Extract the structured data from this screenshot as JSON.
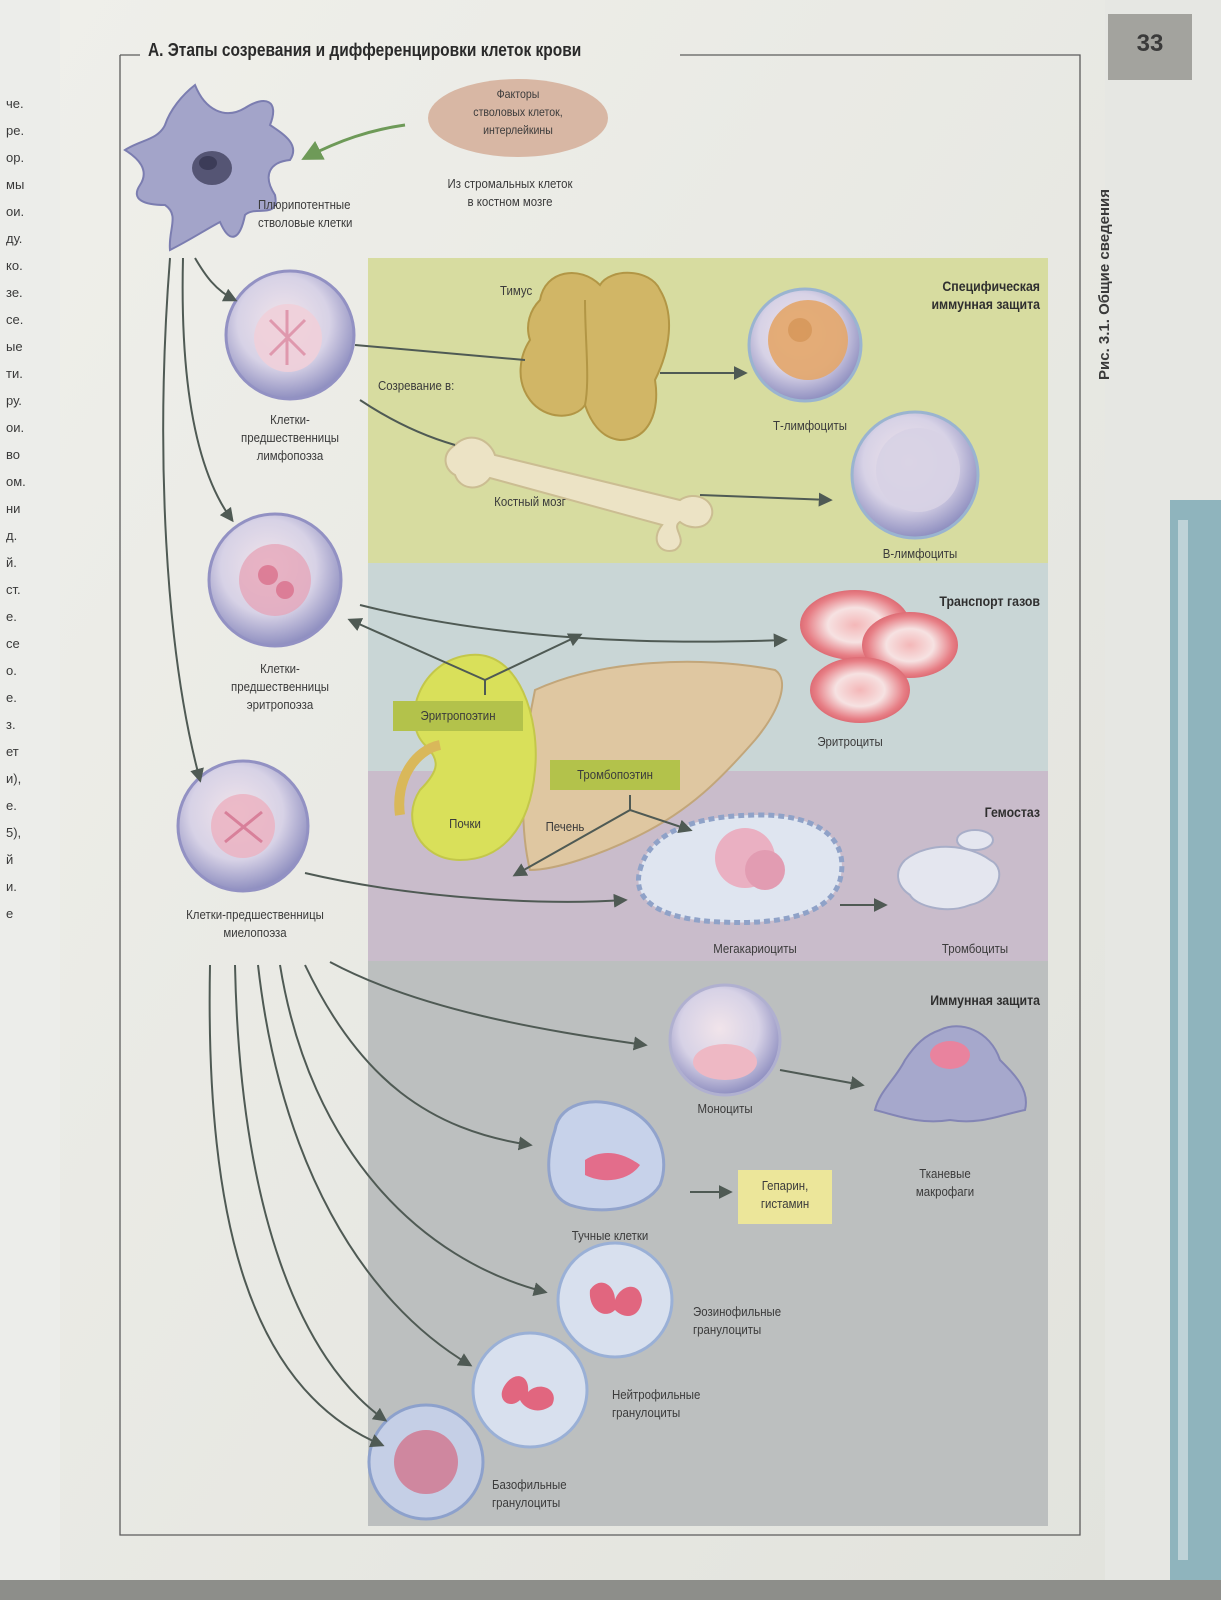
{
  "page_number": "33",
  "side_caption": "Рис. 3.1.  Общие сведения",
  "title": "А. Этапы созревания и дифференцировки клеток крови",
  "margin_fragments": [
    "че.",
    "ре.",
    "ор.",
    "мы",
    "ои.",
    "ду.",
    "ко.",
    "зе.",
    "се.",
    "ые",
    "ти.",
    "ру.",
    "ои.",
    "во",
    "ом.",
    "ни",
    "д.",
    "й.",
    "ст.",
    "е.",
    "се",
    "о.",
    "е.",
    "з.",
    "ет",
    "и),",
    "е.",
    "5),",
    "й",
    "и.",
    "е"
  ],
  "labels": {
    "factors": "Факторы\nстволовых клеток,\nинтерлейкины",
    "stromal": "Из стромальных клеток\nв костном мозге",
    "pluripotent": "Плюрипотентные\nстволовые клетки",
    "thymus": "Тимус",
    "maturation": "Созревание в:",
    "bone_marrow": "Костный мозг",
    "lympho_prec": "Клетки-\nпредшественницы\nлимфопоэза",
    "t_lymph": "Т-лимфоциты",
    "b_lymph": "В-лимфоциты",
    "erythro_prec": "Клетки-\nпредшественницы\nэритропоэза",
    "erythropoietin": "Эритропоэтин",
    "thrombopoietin": "Тромбопоэтин",
    "kidneys": "Почки",
    "liver": "Печень",
    "erythrocytes": "Эритроциты",
    "myelo_prec": "Клетки-предшественницы\nмиелопоэза",
    "megakaryocytes": "Мегакариоциты",
    "thrombocytes": "Тромбоциты",
    "monocytes": "Моноциты",
    "macrophages": "Тканевые\nмакрофаги",
    "mast_cells": "Тучные клетки",
    "heparin": "Гепарин,\nгистамин",
    "eosinophils": "Эозинофильные\nгранулоциты",
    "neutrophils": "Нейтрофильные\nгранулоциты",
    "basophils": "Базофильные\nгранулоциты"
  },
  "sections": {
    "specific_immunity": "Специфическая\nиммунная защита",
    "gas_transport": "Транспорт газов",
    "hemostasis": "Гемостаз",
    "immune_defense": "Иммунная защита"
  },
  "colors": {
    "green_panel": "#d7dca0",
    "blue_panel": "#c9d6d6",
    "pink_panel": "#c9bccb",
    "gray_panel": "#bcbfbf",
    "hormone_box": "#b3c24b",
    "factor_oval": "#d8b7a4",
    "heparin_box": "#ece69a",
    "arrow": "#4f5a54"
  }
}
